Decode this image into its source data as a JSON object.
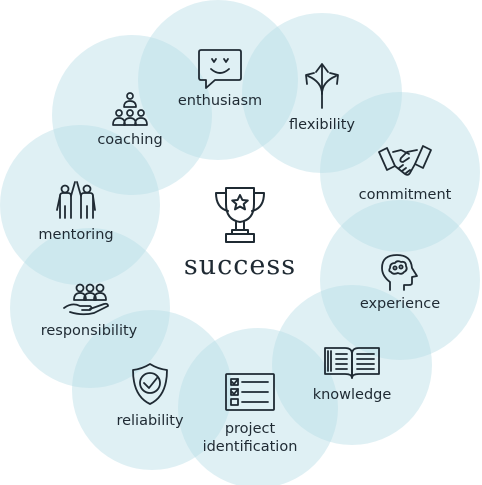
{
  "diagram": {
    "center": {
      "title": "success",
      "icon": "trophy-icon"
    },
    "nodes": [
      {
        "label": "enthusiasm",
        "icon": "chat-smile-icon"
      },
      {
        "label": "flexibility",
        "icon": "split-arrows-icon"
      },
      {
        "label": "commitment",
        "icon": "handshake-icon"
      },
      {
        "label": "experience",
        "icon": "head-brain-icon"
      },
      {
        "label": "knowledge",
        "icon": "open-book-icon"
      },
      {
        "label": "project\nidentification",
        "icon": "checklist-icon"
      },
      {
        "label": "reliability",
        "icon": "shield-check-icon"
      },
      {
        "label": "responsibility",
        "icon": "hand-people-icon"
      },
      {
        "label": "mentoring",
        "icon": "high-five-icon"
      },
      {
        "label": "coaching",
        "icon": "team-pyramid-icon"
      }
    ],
    "colors": {
      "circle": "#b9dde6",
      "ink": "#1f2a33"
    }
  }
}
